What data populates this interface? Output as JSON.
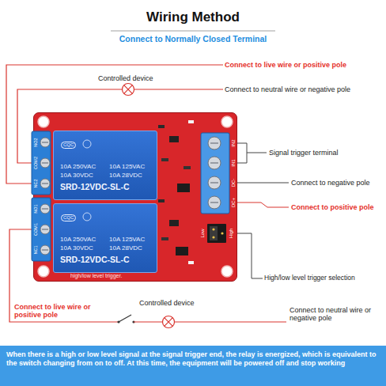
{
  "diagram": {
    "title": "Wiring Method",
    "caption": "When there is a high or low level signal at the signal trigger end, the relay is energized, which is equivalent to the switch changing from on to off. At this time, the equipment will be powered off and stop working",
    "nodes": [
      {
        "text": [
          "high/low level trigger."
        ]
      },
      {
        "text": [
          "CQC",
          "10A 250VAC",
          "10A 125VAC",
          "10A 30VDC",
          "10A 28VDC",
          "SRD-12VDC-SL-C"
        ],
        "in": 0
      },
      {
        "text": [
          "CQC",
          "10A 250VAC",
          "10A 125VAC",
          "10A 30VDC",
          "10A 28VDC",
          "SRD-12VDC-SL-C"
        ],
        "in": 0
      }
    ],
    "labels": [
      "Connect to Normally Closed Terminal",
      "Connect to live wire or positive pole",
      "Controlled device",
      "Connect to neutral wire or negative pole",
      "Signal trigger terminal",
      "Connect to negative pole",
      "Connect to positive pole",
      "High/low level trigger selection",
      "Connect to live wire or positive pole",
      "Controlled device",
      "Connect to neutral wire or negative pole",
      "IN2",
      "IN1",
      "DC-",
      "DC+",
      "Low",
      "High",
      "NO2",
      "COM2",
      "NC2",
      "NO1",
      "COM1",
      "NC1"
    ]
  }
}
